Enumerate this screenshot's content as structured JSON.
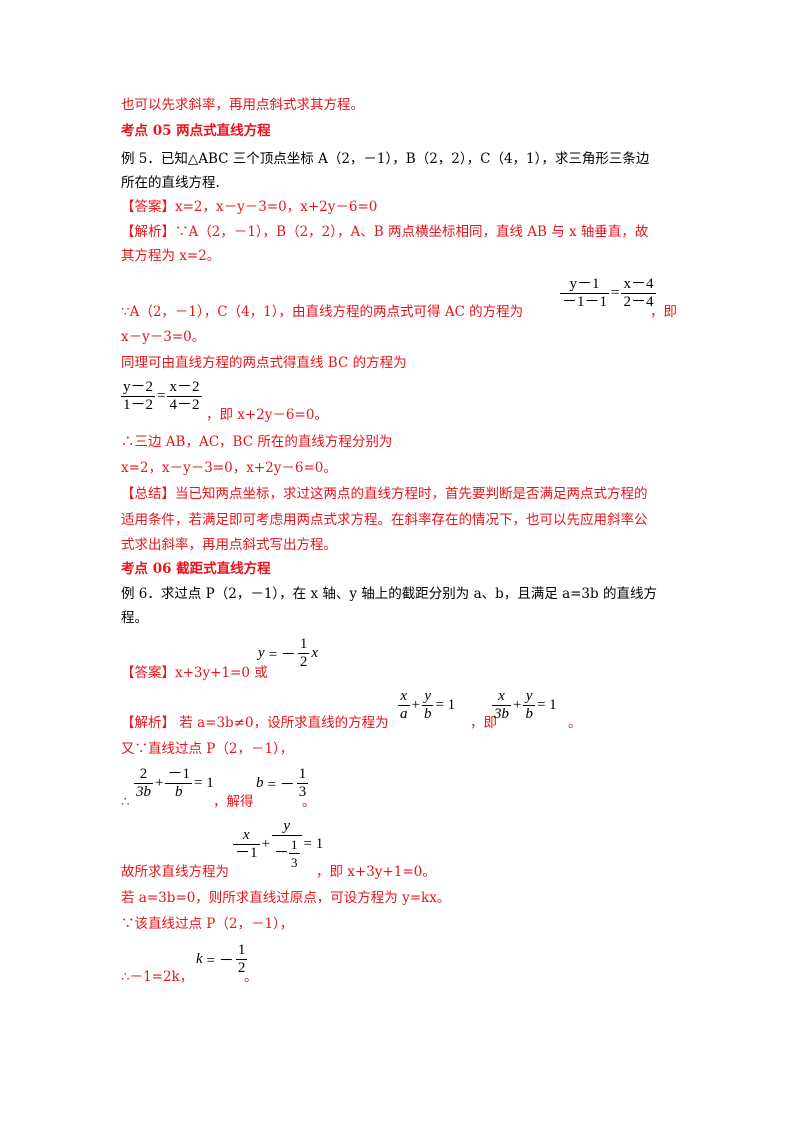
{
  "lines": {
    "l1": "也可以先求斜率，再用点斜式求其方程。",
    "h05": "考点 05 两点式直线方程",
    "ex5a": "例 5．已知△ABC 三个顶点坐标 A（2，－1），B（2，2），C（4，1），求三角形三条边",
    "ex5b": "所在的直线方程.",
    "ans5": "【答案】x=2，x－y－3=0，x+2y－6=0",
    "jx5a": "【解析】∵A（2，－1），B（2，2），A、B 两点横坐标相同，直线 AB 与 x 轴垂直，故",
    "jx5b": "其方程为 x=2。",
    "ac1": "∵A（2，－1），C（4，1），由直线方程的两点式可得 AC 的方程为",
    "ac1end": "，即",
    "ac2": "x－y－3=0。",
    "bc1": "同理可由直线方程的两点式得直线 BC 的方程为",
    "bc2": "，即 x+2y－6=0。",
    "so1": "∴三边 AB，AC，BC 所在的直线方程分别为",
    "so2": "x=2，x－y－3=0，x+2y－6=0。",
    "zj1": "【总结】当已知两点坐标，求过这两点的直线方程时，首先要判断是否满足两点式方程的",
    "zj2": "适用条件，若满足即可考虑用两点式求方程。在斜率存在的情况下，也可以先应用斜率公",
    "zj3": "式求出斜率，再用点斜式写出方程。",
    "h06": "考点 06 截距式直线方程",
    "ex6a": "例 6．求过点 P（2，－1），在 x 轴、y 轴上的截距分别为 a、b，且满足 a=3b 的直线方",
    "ex6b": "程。",
    "ans6": "【答案】x+3y+1=0 或",
    "jx6": "【解析】 若 a=3b≠0，设所求直线的方程为",
    "jx6mid": "，即",
    "jx6end": "。",
    "yo1": "又∵直线过点 P（2，－1），",
    "th1": "∴",
    "th2": "，解得",
    "th3": "。",
    "gs1": "故所求直线方程为",
    "gs2": "，即 x+3y+1=0。",
    "if0": "若 a=3b=0，则所求直线过原点，可设方程为 y=kx。",
    "gp": "∵该直线过点 P（2，－1），",
    "k1": "∴－1=2k，",
    "k2": "。"
  },
  "math": {
    "m_ac": {
      "n1": "y－1",
      "d1": "－1－1",
      "eq": "=",
      "n2": "x－4",
      "d2": "2－4"
    },
    "m_bc": {
      "n1": "y－2",
      "d1": "1－2",
      "eq": "=",
      "n2": "x－2",
      "d2": "4－2"
    },
    "m_ans": {
      "lhs": "y",
      "eq": "= －",
      "n": "1",
      "d": "2",
      "x": "x"
    },
    "m_ab": {
      "n1": "x",
      "d1": "a",
      "plus": "+",
      "n2": "y",
      "d2": "b",
      "rhs": "= 1"
    },
    "m_3b": {
      "n1": "x",
      "d1": "3b",
      "plus": "+",
      "n2": "y",
      "d2": "b",
      "rhs": "= 1"
    },
    "m_sub": {
      "n1": "2",
      "d1": "3b",
      "plus": "+",
      "n2": "－1",
      "d2": "b",
      "rhs": "= 1"
    },
    "m_b": {
      "lhs": "b",
      "eq": "= －",
      "n": "1",
      "d": "3"
    },
    "m_final": {
      "n1": "x",
      "d1": "－1",
      "plus": "+",
      "n2": "y",
      "d2_pre": "－",
      "d2_n": "1",
      "d2_d": "3",
      "rhs": "= 1"
    },
    "m_k": {
      "lhs": "k",
      "eq": "= －",
      "n": "1",
      "d": "2"
    }
  },
  "colors": {
    "text": "#000000",
    "accent": "#e8141b"
  }
}
